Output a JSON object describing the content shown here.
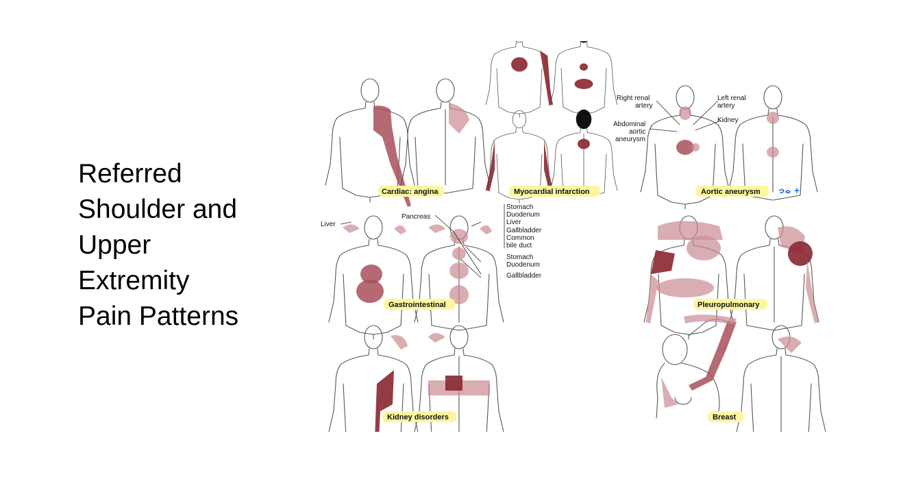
{
  "title_lines": [
    "Referred",
    "Shoulder and",
    "Upper",
    "Extremity",
    "Pain Patterns"
  ],
  "panels": {
    "cardiac": {
      "caption_prefix": "Cardiac: ",
      "caption_main": "angina"
    },
    "mi": {
      "caption": "Myocardial infarction"
    },
    "aortic": {
      "caption": "Aortic aneurysm",
      "labels": {
        "right_renal_1": "Right renal",
        "right_renal_2": "artery",
        "left_renal_1": "Left renal",
        "left_renal_2": "artery",
        "kidney": "Kidney",
        "aaa_1": "Abdominal",
        "aaa_2": "aortic",
        "aaa_3": "aneurysm"
      }
    },
    "gi": {
      "caption": "Gastrointestinal",
      "labels": {
        "liver": "Liver",
        "pancreas": "Pancreas",
        "list1": [
          "Stomach",
          "Duodenum",
          "Liver",
          "Gallbladder",
          "Common",
          "bile duct"
        ],
        "list2": [
          "Stomach",
          "Duodenum",
          "Gallbladder"
        ]
      }
    },
    "pleuro": {
      "caption": "Pleuropulmonary"
    },
    "kidney": {
      "caption": "Kidney disorders"
    },
    "breast": {
      "caption": "Breast"
    }
  },
  "colors": {
    "pain_dark": "#8b2a34",
    "pain_light": "#c98a90",
    "caption_highlight": "#fdf6a0",
    "annotation": "#1e6fd9"
  }
}
